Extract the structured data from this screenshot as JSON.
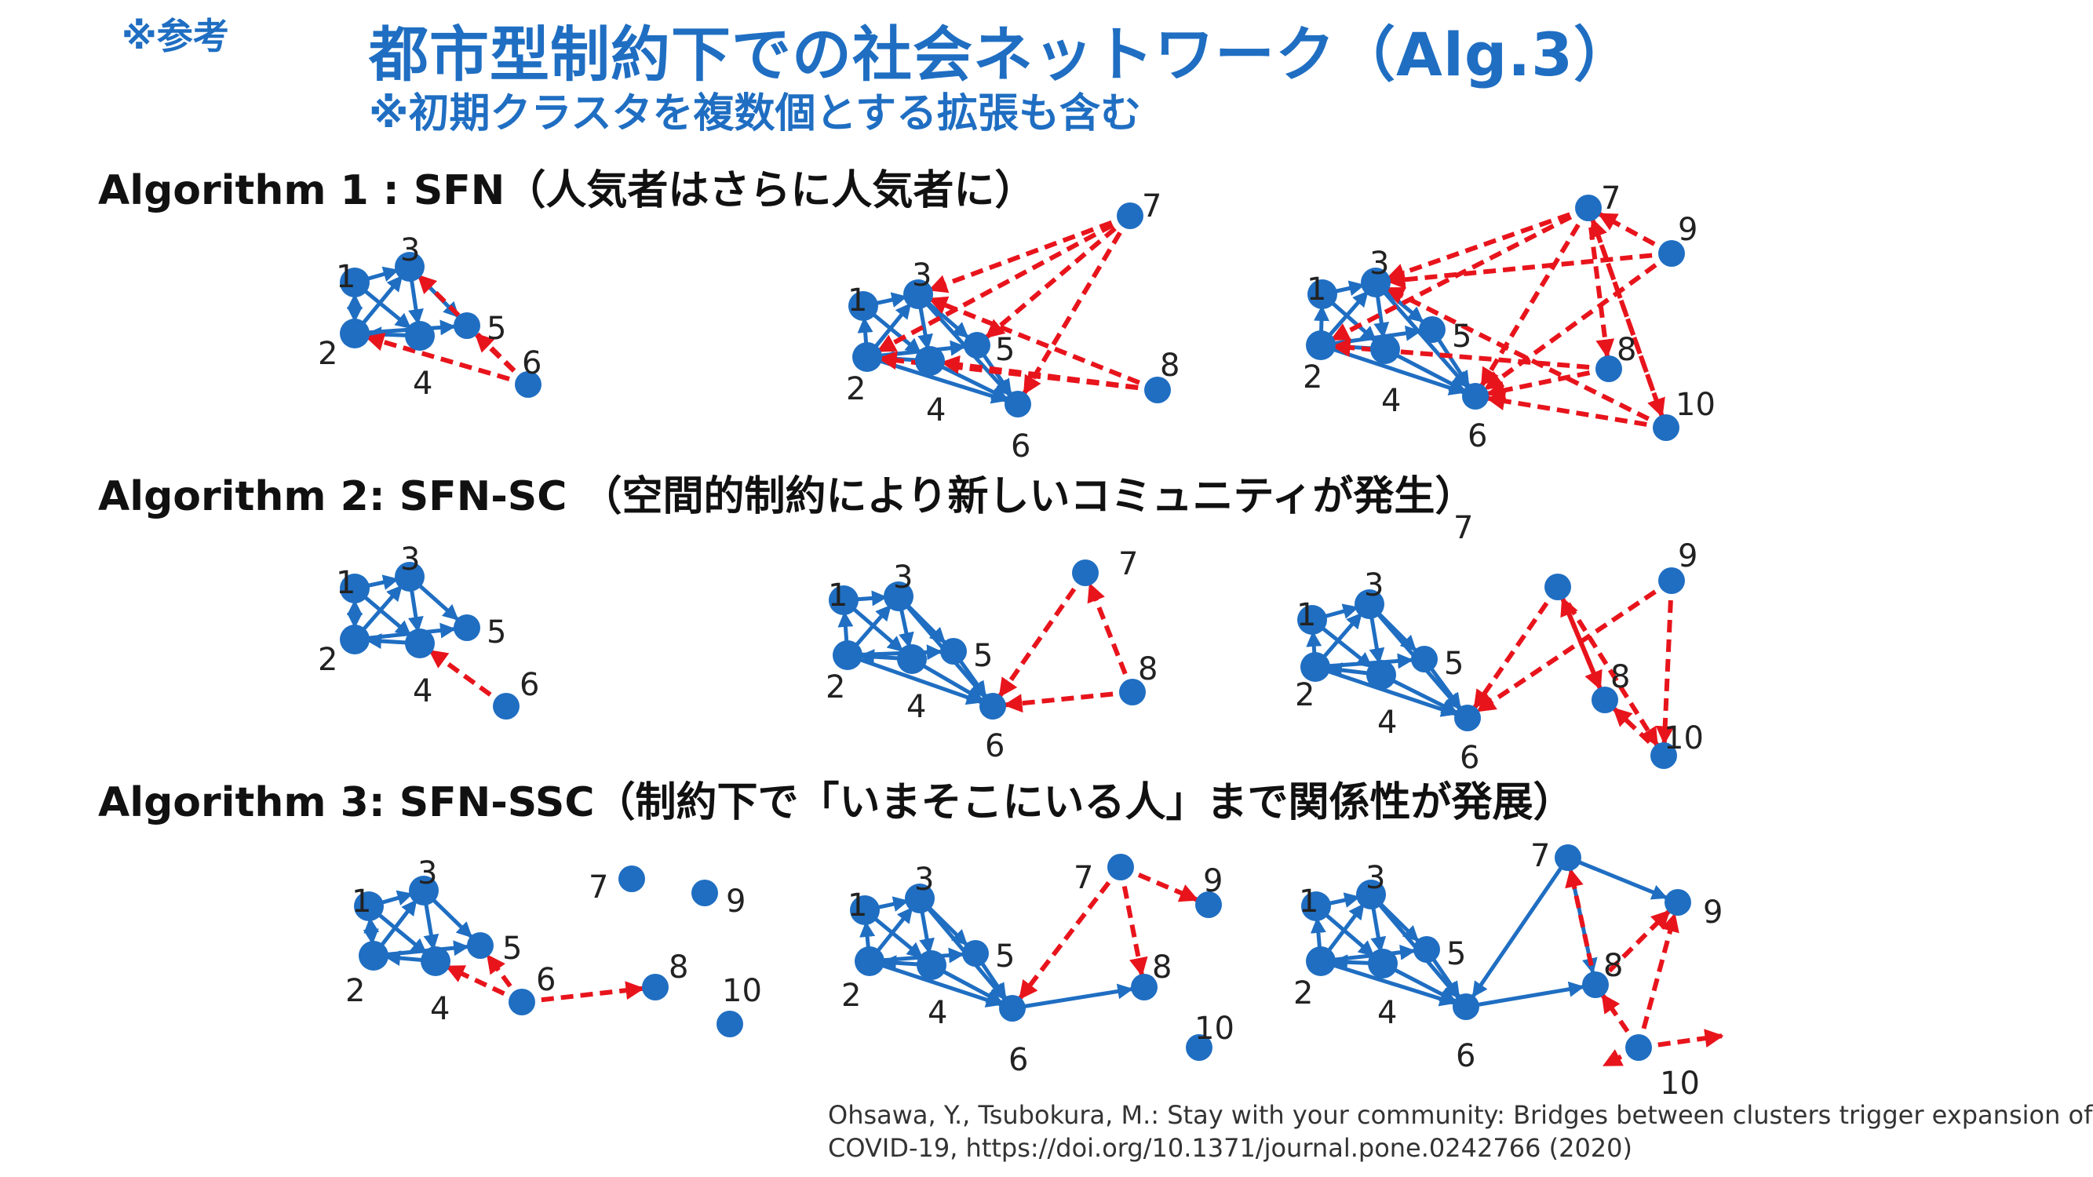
{
  "header": {
    "ref_mark": "※参考",
    "title": "都市型制約下での社会ネットワーク（Alg.3）",
    "subtitle": "※初期クラスタを複数個とする拡張も含む"
  },
  "sections": [
    {
      "title": "Algorithm  1 : SFN（人気者はさらに人気者に）"
    },
    {
      "title": "Algorithm 2: SFN-SC （空間的制約により新しいコミュニティが発生）"
    },
    {
      "title": "Algorithm 3: SFN-SSC（制約下で「いまそこにいる人」まで関係性が発展）"
    }
  ],
  "citation": {
    "line1": "Ohsawa, Y., Tsubokura, M.: Stay with your community: Bridges between clusters trigger expansion of",
    "line2": "COVID-19, https://doi.org/10.1371/journal.pone.0242766 (2020)"
  },
  "colors": {
    "node": "#1f6ec2",
    "solid_edge": "#1f6ec2",
    "dashed_edge": "#e8141c",
    "title": "#1f6ec2"
  },
  "panels": [
    {
      "section": 1,
      "step": 1,
      "labels": [
        {
          "id": "1",
          "t": "1"
        },
        {
          "id": "2",
          "t": "2"
        },
        {
          "id": "3",
          "t": "3"
        },
        {
          "id": "4",
          "t": "4"
        },
        {
          "id": "5",
          "t": "5"
        },
        {
          "id": "6",
          "t": "6"
        }
      ]
    },
    {
      "section": 1,
      "step": 2,
      "labels": [
        {
          "id": "1",
          "t": "1"
        },
        {
          "id": "2",
          "t": "2"
        },
        {
          "id": "3",
          "t": "3"
        },
        {
          "id": "4",
          "t": "4"
        },
        {
          "id": "5",
          "t": "5"
        },
        {
          "id": "6",
          "t": "6"
        },
        {
          "id": "7",
          "t": "7"
        },
        {
          "id": "8",
          "t": "8"
        }
      ]
    },
    {
      "section": 1,
      "step": 3,
      "labels": [
        {
          "id": "1",
          "t": "1"
        },
        {
          "id": "2",
          "t": "2"
        },
        {
          "id": "3",
          "t": "3"
        },
        {
          "id": "4",
          "t": "4"
        },
        {
          "id": "5",
          "t": "5"
        },
        {
          "id": "6",
          "t": "6"
        },
        {
          "id": "7",
          "t": "7"
        },
        {
          "id": "8",
          "t": "8"
        },
        {
          "id": "9",
          "t": "9"
        },
        {
          "id": "10",
          "t": "10"
        }
      ]
    },
    {
      "section": 2,
      "step": 1,
      "labels": [
        {
          "id": "1",
          "t": "1"
        },
        {
          "id": "2",
          "t": "2"
        },
        {
          "id": "3",
          "t": "3"
        },
        {
          "id": "4",
          "t": "4"
        },
        {
          "id": "5",
          "t": "5"
        },
        {
          "id": "6",
          "t": "6"
        }
      ]
    },
    {
      "section": 2,
      "step": 2,
      "labels": [
        {
          "id": "1",
          "t": "1"
        },
        {
          "id": "2",
          "t": "2"
        },
        {
          "id": "3",
          "t": "3"
        },
        {
          "id": "4",
          "t": "4"
        },
        {
          "id": "5",
          "t": "5"
        },
        {
          "id": "6",
          "t": "6"
        },
        {
          "id": "7",
          "t": "7"
        },
        {
          "id": "8",
          "t": "8"
        }
      ]
    },
    {
      "section": 2,
      "step": 3,
      "labels": [
        {
          "id": "1",
          "t": "1"
        },
        {
          "id": "2",
          "t": "2"
        },
        {
          "id": "3",
          "t": "3"
        },
        {
          "id": "4",
          "t": "4"
        },
        {
          "id": "5",
          "t": "5"
        },
        {
          "id": "6",
          "t": "6"
        },
        {
          "id": "7",
          "t": "7"
        },
        {
          "id": "8",
          "t": "8"
        },
        {
          "id": "9",
          "t": "9"
        },
        {
          "id": "10",
          "t": "10"
        }
      ]
    },
    {
      "section": 3,
      "step": 1,
      "labels": [
        {
          "id": "1",
          "t": "1"
        },
        {
          "id": "2",
          "t": "2"
        },
        {
          "id": "3",
          "t": "3"
        },
        {
          "id": "4",
          "t": "4"
        },
        {
          "id": "5",
          "t": "5"
        },
        {
          "id": "6",
          "t": "6"
        },
        {
          "id": "7",
          "t": "7"
        },
        {
          "id": "8",
          "t": "8"
        },
        {
          "id": "9",
          "t": "9"
        },
        {
          "id": "10",
          "t": "10"
        }
      ]
    },
    {
      "section": 3,
      "step": 2,
      "labels": [
        {
          "id": "1",
          "t": "1"
        },
        {
          "id": "2",
          "t": "2"
        },
        {
          "id": "3",
          "t": "3"
        },
        {
          "id": "4",
          "t": "4"
        },
        {
          "id": "5",
          "t": "5"
        },
        {
          "id": "6",
          "t": "6"
        },
        {
          "id": "7",
          "t": "7"
        },
        {
          "id": "8",
          "t": "8"
        },
        {
          "id": "9",
          "t": "9"
        },
        {
          "id": "10",
          "t": "10"
        }
      ]
    },
    {
      "section": 3,
      "step": 3,
      "labels": [
        {
          "id": "1",
          "t": "1"
        },
        {
          "id": "2",
          "t": "2"
        },
        {
          "id": "3",
          "t": "3"
        },
        {
          "id": "4",
          "t": "4"
        },
        {
          "id": "5",
          "t": "5"
        },
        {
          "id": "6",
          "t": "6"
        },
        {
          "id": "7",
          "t": "7"
        },
        {
          "id": "8",
          "t": "8"
        },
        {
          "id": "9",
          "t": "9"
        },
        {
          "id": "10",
          "t": "10"
        }
      ]
    }
  ]
}
